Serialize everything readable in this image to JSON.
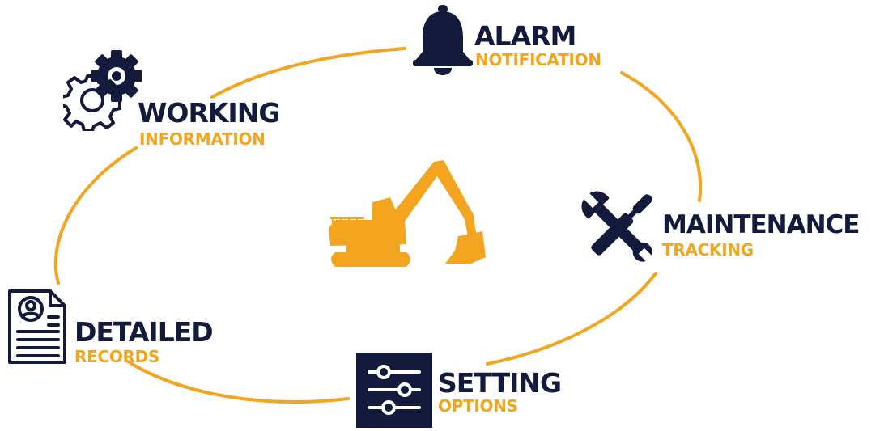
{
  "colors": {
    "navy": "#131a3c",
    "accent": "#f4a520"
  },
  "center": {
    "icon": "excavator-icon"
  },
  "nodes": {
    "alarm": {
      "title": "ALARM",
      "subtitle": "NOTIFICATION",
      "icon": "bell-icon"
    },
    "working": {
      "title": "WORKING",
      "subtitle": "INFORMATION",
      "icon": "gears-icon"
    },
    "maintenance": {
      "title": "MAINTENANCE",
      "subtitle": "TRACKING",
      "icon": "wrench-screwdriver-icon"
    },
    "detailed": {
      "title": "DETAILED",
      "subtitle": "RECORDS",
      "icon": "document-icon"
    },
    "setting": {
      "title": "SETTING",
      "subtitle": "OPTIONS",
      "icon": "sliders-icon"
    }
  }
}
